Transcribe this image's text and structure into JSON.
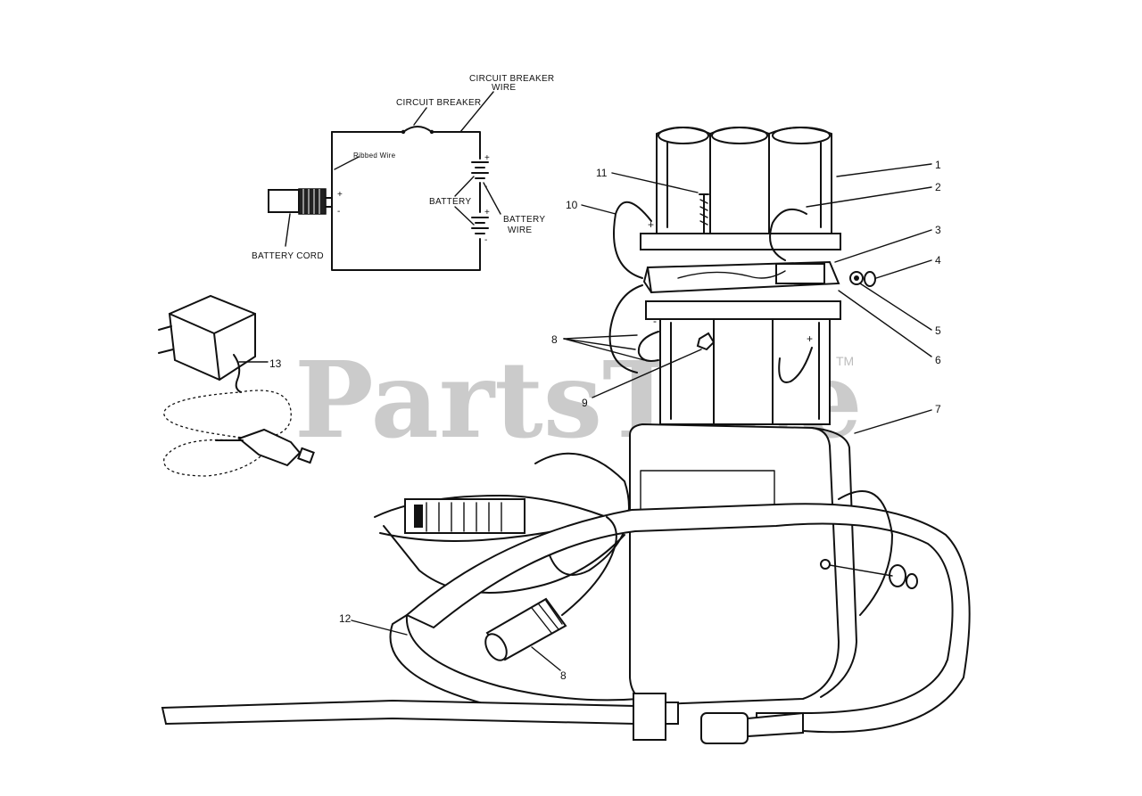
{
  "schematic": {
    "circuit_breaker": "CIRCUIT BREAKER",
    "circuit_breaker_wire_1": "CIRCUIT BREAKER",
    "circuit_breaker_wire_2": "WIRE",
    "ribbed_wire": "Ribbed Wire",
    "battery": "BATTERY",
    "battery_wire_1": "BATTERY",
    "battery_wire_2": "WIRE",
    "battery_cord": "BATTERY CORD",
    "plus": "+",
    "minus": "-"
  },
  "callouts": {
    "c1": "1",
    "c2": "2",
    "c3": "3",
    "c4": "4",
    "c5": "5",
    "c6": "6",
    "c7": "7",
    "c8a": "8",
    "c8b": "8",
    "c9": "9",
    "c10": "10",
    "c11": "11",
    "c12": "12",
    "c13": "13"
  },
  "watermark": {
    "text": "PartsTree",
    "tm": "TM"
  }
}
